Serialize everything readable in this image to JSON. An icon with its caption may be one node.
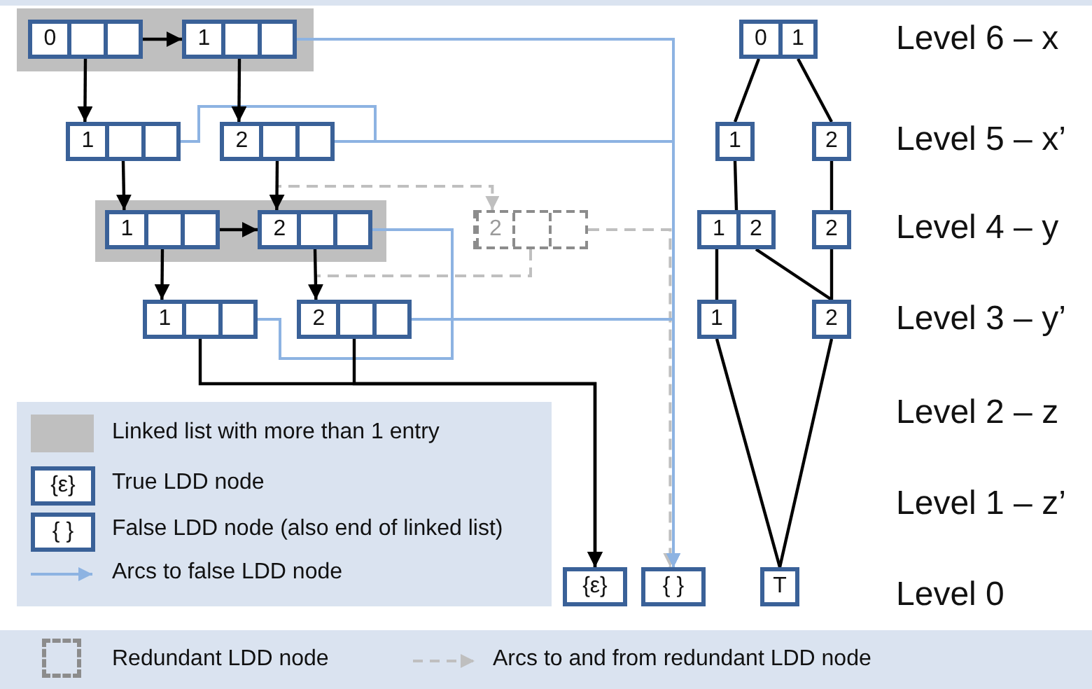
{
  "diagram": {
    "nodes": [
      {
        "text": [
          "0"
        ]
      },
      {
        "text": [
          "1"
        ]
      },
      {
        "text": [
          "1"
        ]
      },
      {
        "text": [
          "2"
        ]
      },
      {
        "text": [
          "1"
        ]
      },
      {
        "text": [
          "2"
        ]
      },
      {
        "text": [
          "2"
        ]
      },
      {
        "text": [
          "1"
        ]
      },
      {
        "text": [
          "2"
        ]
      },
      {
        "text": [
          "{ε}"
        ]
      },
      {
        "text": [
          "{ }"
        ]
      },
      {
        "text": [
          "0",
          "1"
        ]
      },
      {
        "text": [
          "1"
        ]
      },
      {
        "text": [
          "2"
        ]
      },
      {
        "text": [
          "1",
          "2"
        ]
      },
      {
        "text": [
          "2"
        ]
      },
      {
        "text": [
          "1"
        ]
      },
      {
        "text": [
          "2"
        ]
      },
      {
        "text": [
          "T"
        ]
      },
      {
        "text": [
          "{ε}"
        ]
      },
      {
        "text": [
          "{ }"
        ]
      }
    ],
    "edges": [
      {
        "from": 0,
        "to": 1,
        "arrow": "to"
      },
      {
        "from": 0,
        "to": 2,
        "arrow": "to"
      },
      {
        "from": 1,
        "to": 3,
        "arrow": "to"
      },
      {
        "from": 1,
        "to": 10,
        "arrow": "to",
        "color": "#8db3e2"
      },
      {
        "from": 2,
        "to": 4,
        "arrow": "to"
      },
      {
        "from": 2,
        "to": 10,
        "arrow": "to",
        "color": "#8db3e2"
      },
      {
        "from": 3,
        "to": 10,
        "arrow": "to",
        "color": "#8db3e2"
      },
      {
        "from": 3,
        "to": 5,
        "arrow": "to"
      },
      {
        "from": 3,
        "to": 6,
        "arrow": "to",
        "style": "dashed",
        "color": "#bfbfbf"
      },
      {
        "from": 4,
        "to": 5,
        "arrow": "to"
      },
      {
        "from": 4,
        "to": 7,
        "arrow": "to"
      },
      {
        "from": 5,
        "to": 8,
        "arrow": "to"
      },
      {
        "from": 5,
        "to": 10,
        "arrow": "to",
        "color": "#8db3e2"
      },
      {
        "from": 6,
        "to": 8,
        "arrow": "to",
        "style": "dashed",
        "color": "#bfbfbf"
      },
      {
        "from": 6,
        "to": 10,
        "arrow": "to",
        "style": "dashed",
        "color": "#bfbfbf"
      },
      {
        "from": 7,
        "to": 10,
        "arrow": "to",
        "color": "#8db3e2"
      },
      {
        "from": 7,
        "to": 9,
        "arrow": "to"
      },
      {
        "from": 8,
        "to": 9,
        "arrow": "to"
      },
      {
        "from": 8,
        "to": 10,
        "arrow": "to",
        "color": "#8db3e2"
      },
      {
        "from": 11,
        "to": 12,
        "arrow": "none"
      },
      {
        "from": 11,
        "to": 13,
        "arrow": "none"
      },
      {
        "from": 12,
        "to": 14,
        "arrow": "none"
      },
      {
        "from": 13,
        "to": 15,
        "arrow": "none"
      },
      {
        "from": 14,
        "to": 16,
        "arrow": "none"
      },
      {
        "from": 14,
        "to": 17,
        "arrow": "none"
      },
      {
        "from": 15,
        "to": 17,
        "arrow": "none"
      },
      {
        "from": 16,
        "to": 18,
        "arrow": "none"
      },
      {
        "from": 17,
        "to": 18,
        "arrow": "none"
      }
    ],
    "labels": [
      "Level 6 – x",
      "Level 5 – x’",
      "Level 4 – y",
      "Level 3 – y’",
      "Level 2 – z",
      "Level 1 – z’",
      "Level 0"
    ],
    "legend": [
      {
        "text": "Linked list with more than 1 entry",
        "color": "#bfbfbf"
      },
      {
        "text": "True LDD node"
      },
      {
        "text": "False LDD node (also end of linked list)"
      },
      {
        "text": "Arcs to false LDD node"
      },
      {
        "text": "Redundant LDD node"
      },
      {
        "text": "Arcs to and from redundant LDD node"
      }
    ]
  }
}
